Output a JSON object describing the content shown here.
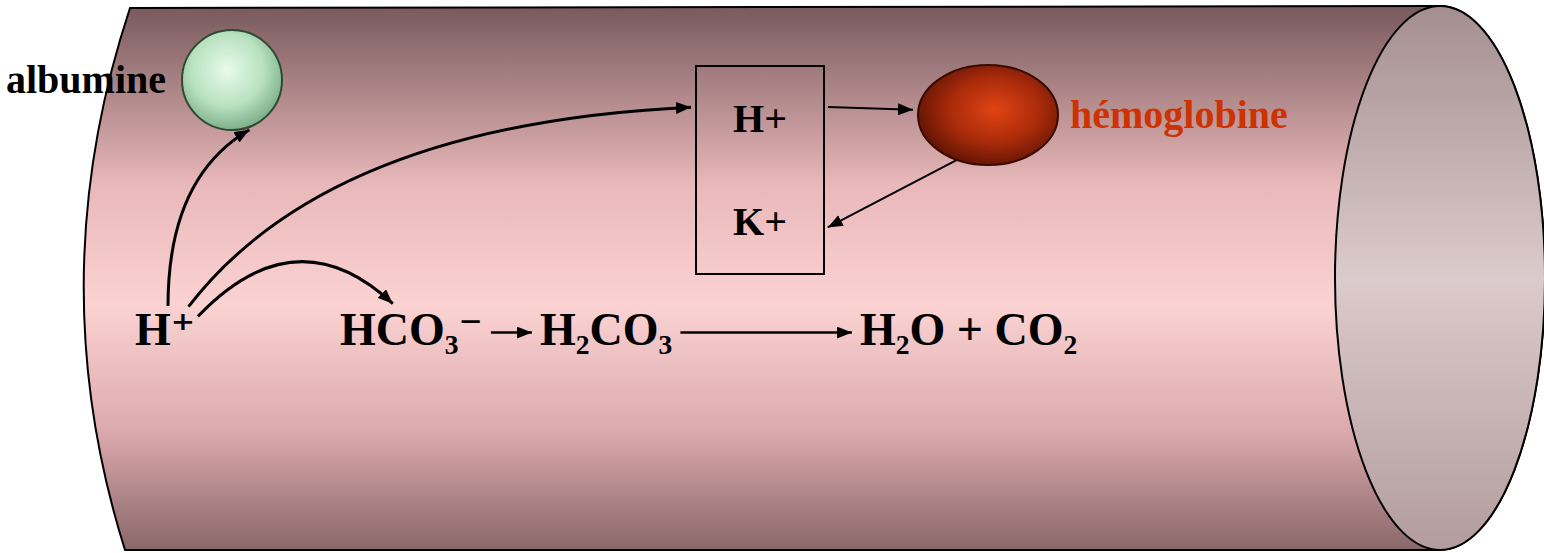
{
  "diagram": {
    "nodes": [
      {
        "text": [
          "albumine"
        ]
      },
      {
        "text": [
          "H+",
          "K+"
        ]
      },
      {
        "text": [
          "hémoglobine"
        ]
      },
      {
        "text": [
          "H⁺"
        ]
      },
      {
        "text": [
          "HCO₃⁻"
        ]
      },
      {
        "text": [
          "H₂CO₃"
        ]
      },
      {
        "text": [
          "H₂O + CO₂"
        ]
      }
    ],
    "edges": [
      {
        "from": 3,
        "to": 0,
        "arrow": "to"
      },
      {
        "from": 3,
        "to": 1,
        "arrow": "to"
      },
      {
        "from": 3,
        "to": 4,
        "arrow": "to"
      },
      {
        "from": 1,
        "to": 2,
        "arrow": "to"
      },
      {
        "from": 2,
        "to": 1,
        "arrow": "to"
      },
      {
        "from": 4,
        "to": 5,
        "arrow": "to"
      },
      {
        "from": 5,
        "to": 6,
        "arrow": "to"
      }
    ]
  }
}
